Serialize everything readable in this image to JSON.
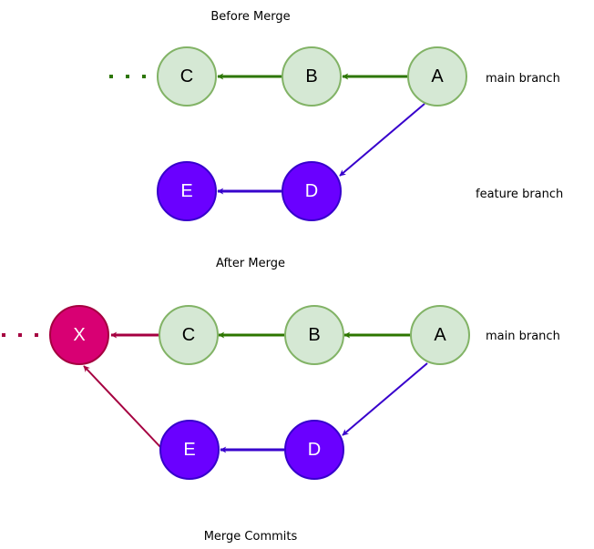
{
  "colors": {
    "main_fill": "#d5e8d4",
    "main_stroke": "#82b366",
    "main_arrow": "#2d7600",
    "feature_fill": "#6a00ff",
    "feature_stroke": "#3700cc",
    "feature_arrow": "#3700cc",
    "merge_fill": "#d80073",
    "merge_stroke": "#a50040",
    "merge_arrow": "#a50040",
    "text_dark": "#000000",
    "text_light": "#ffffff"
  },
  "before": {
    "title": "Before Merge",
    "main_branch_label": "main branch",
    "feature_branch_label": "feature branch",
    "commits": {
      "c": "C",
      "b": "B",
      "a": "A",
      "e": "E",
      "d": "D"
    }
  },
  "after": {
    "title": "After  Merge",
    "main_branch_label": "main branch",
    "caption": "Merge Commits",
    "commits": {
      "x": "X",
      "c": "C",
      "b": "B",
      "a": "A",
      "e": "E",
      "d": "D"
    }
  }
}
